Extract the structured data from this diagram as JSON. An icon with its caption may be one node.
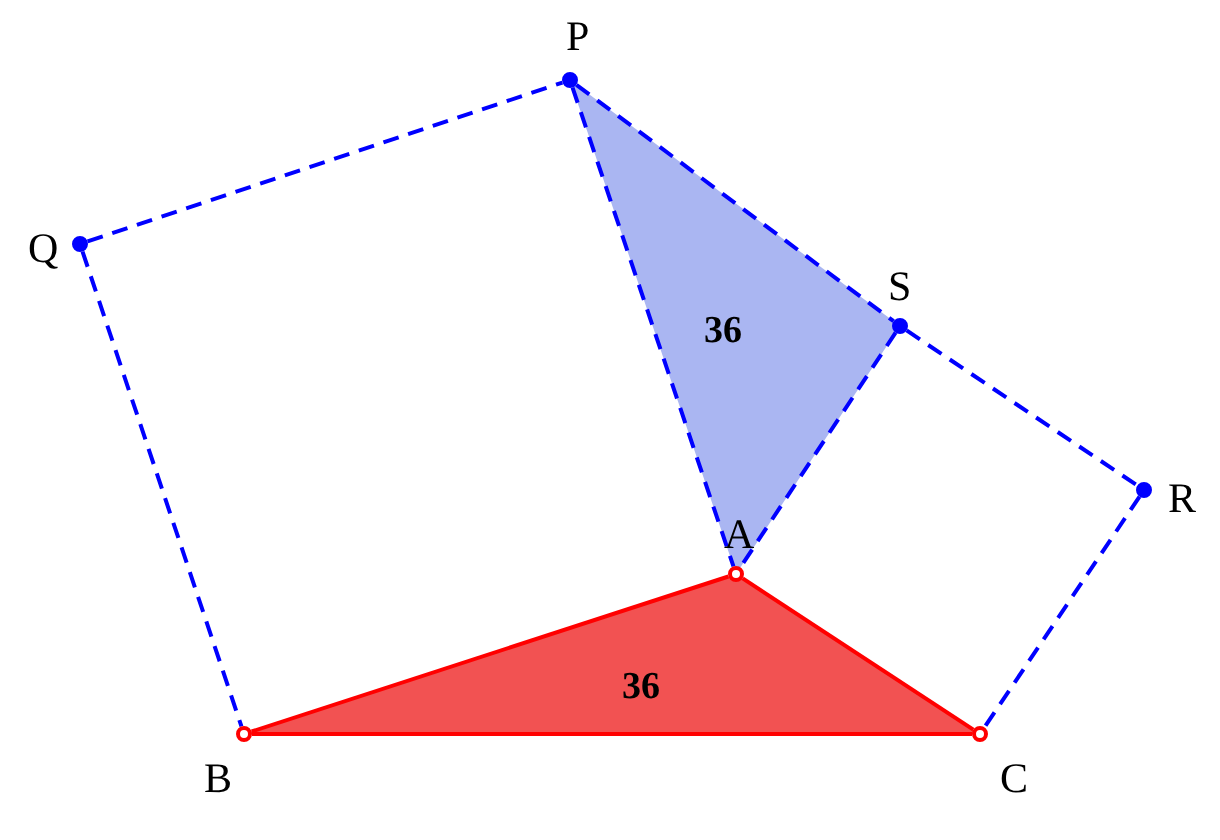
{
  "diagram": {
    "nodes": [
      {
        "text": [
          "P"
        ]
      },
      {
        "text": [
          "Q"
        ]
      },
      {
        "text": [
          "S"
        ]
      },
      {
        "text": [
          "36"
        ]
      },
      {
        "text": [
          "R"
        ]
      },
      {
        "text": [
          "A"
        ]
      },
      {
        "text": [
          "36"
        ]
      },
      {
        "text": [
          "B"
        ]
      },
      {
        "text": [
          "C"
        ]
      }
    ],
    "edges": [
      {
        "from": 1,
        "to": 0,
        "arrow": "none",
        "style": "dashed"
      },
      {
        "from": 0,
        "to": 2,
        "arrow": "none",
        "style": "dashed"
      },
      {
        "from": 2,
        "to": 4,
        "arrow": "none",
        "style": "dashed"
      },
      {
        "from": 0,
        "to": 5,
        "arrow": "none",
        "style": "dashed"
      },
      {
        "from": 2,
        "to": 5,
        "arrow": "none",
        "style": "dashed"
      },
      {
        "from": 1,
        "to": 7,
        "arrow": "none",
        "style": "dashed"
      },
      {
        "from": 4,
        "to": 8,
        "arrow": "none",
        "style": "dashed"
      },
      {
        "from": 7,
        "to": 5,
        "arrow": "none",
        "color": "#ff0000"
      },
      {
        "from": 5,
        "to": 8,
        "arrow": "none",
        "color": "#ff0000"
      },
      {
        "from": 7,
        "to": 8,
        "arrow": "none",
        "color": "#ff0000"
      }
    ]
  }
}
